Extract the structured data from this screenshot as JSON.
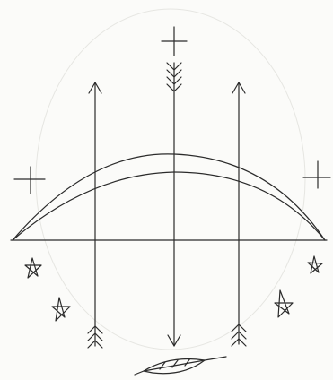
{
  "colors": {
    "paper": "#fbfbf9",
    "ink": "#2b2b2b",
    "faint": "#e6e6e2"
  },
  "icons": {
    "crosses": [
      "cross-icon-top",
      "cross-icon-left",
      "cross-icon-right"
    ],
    "bow": "bow-icon",
    "bowstring": "bowstring-line",
    "arrows": [
      "arrow-up-left-icon",
      "arrow-down-center-icon",
      "arrow-up-right-icon"
    ],
    "stars": [
      "star-icon-left-upper",
      "star-icon-left-lower",
      "star-icon-right-upper",
      "star-icon-right-lower"
    ],
    "feather": "feather-icon"
  }
}
